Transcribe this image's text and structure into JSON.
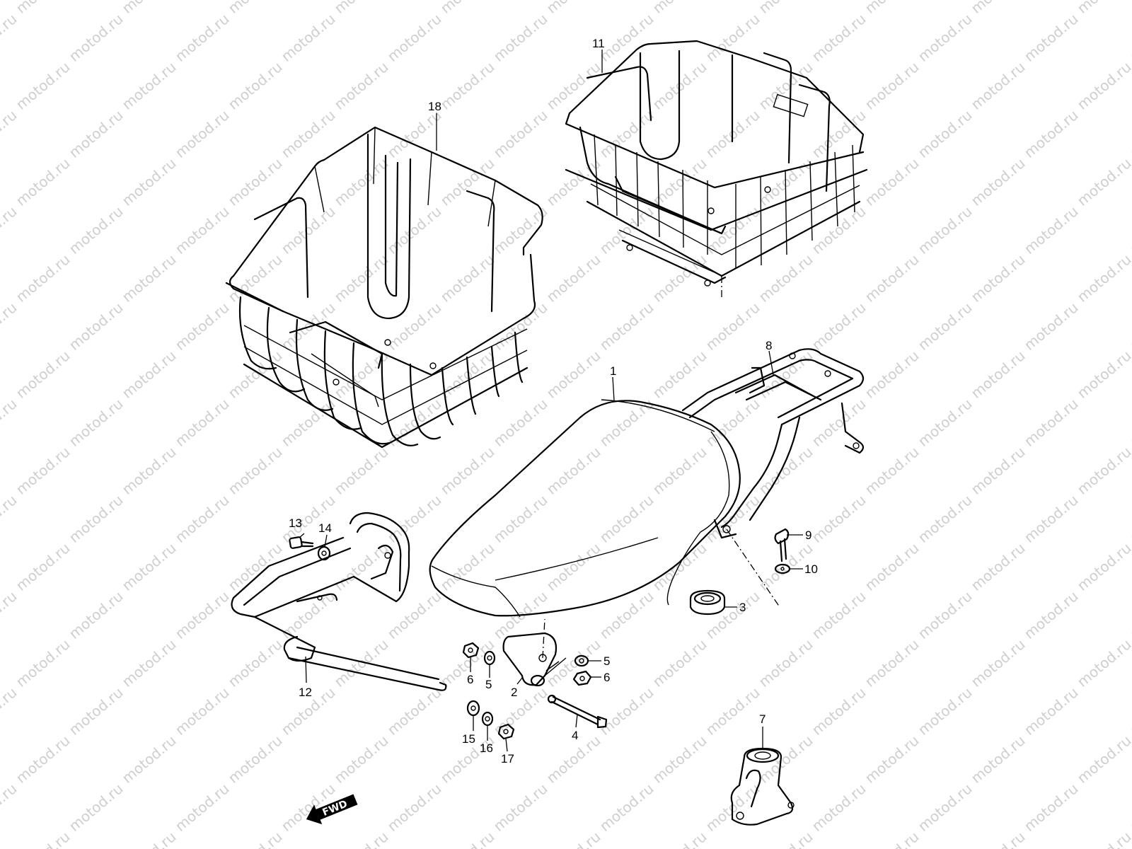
{
  "watermark": "motod.ru",
  "callouts": {
    "c1": "1",
    "c2": "2",
    "c3": "3",
    "c4": "4",
    "c5a": "5",
    "c5b": "5",
    "c6a": "6",
    "c6b": "6",
    "c7": "7",
    "c8": "8",
    "c9": "9",
    "c10": "10",
    "c11": "11",
    "c12": "12",
    "c13": "13",
    "c14": "14",
    "c15": "15",
    "c16": "16",
    "c17": "17",
    "c18": "18"
  },
  "direction_arrow": {
    "label": "FWD",
    "points": "front-left"
  },
  "colors": {
    "ink": "#000000",
    "watermark": "#cfcfcf",
    "background": "#ffffff"
  }
}
